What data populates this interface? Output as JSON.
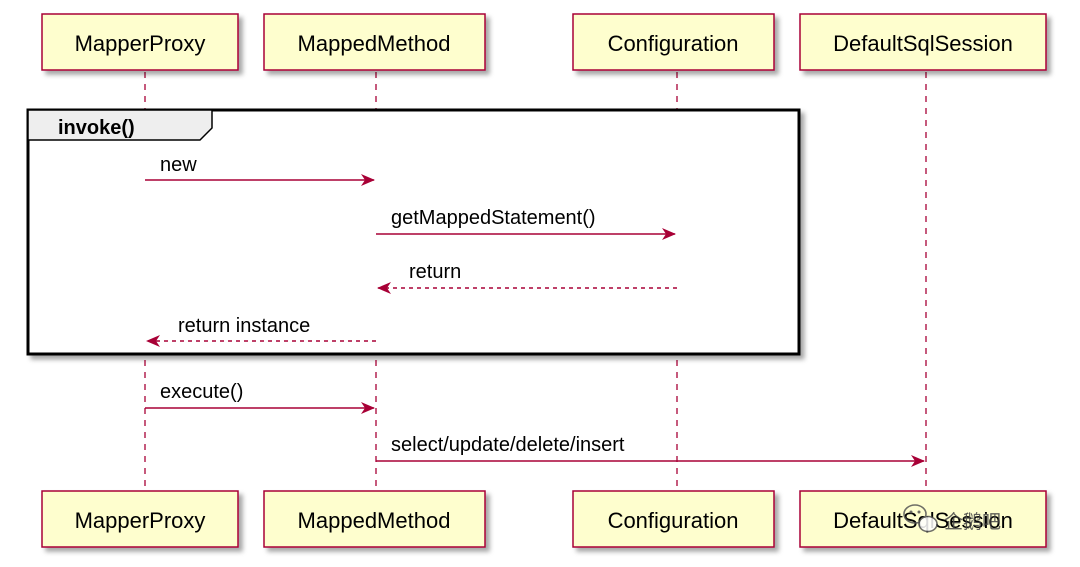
{
  "diagram": {
    "participants": [
      {
        "id": "mp",
        "name": "MapperProxy"
      },
      {
        "id": "mm",
        "name": "MappedMethod"
      },
      {
        "id": "cfg",
        "name": "Configuration"
      },
      {
        "id": "dss",
        "name": "DefaultSqlSession"
      }
    ],
    "frame": {
      "label": "invoke()"
    },
    "messages": [
      {
        "from": "mp",
        "to": "mm",
        "label": "new",
        "style": "sync"
      },
      {
        "from": "mm",
        "to": "cfg",
        "label": "getMappedStatement()",
        "style": "sync"
      },
      {
        "from": "cfg",
        "to": "mm",
        "label": "return",
        "style": "return"
      },
      {
        "from": "mm",
        "to": "mp",
        "label": "return instance",
        "style": "return"
      },
      {
        "from": "mp",
        "to": "mm",
        "label": "execute()",
        "style": "sync"
      },
      {
        "from": "mm",
        "to": "dss",
        "label": "select/update/delete/insert",
        "style": "sync"
      }
    ],
    "watermark": "企鹅吧",
    "colors": {
      "box_fill": "#FEFECE",
      "box_border": "#A80036",
      "arrow": "#A80036",
      "frame_border": "#000000"
    }
  }
}
